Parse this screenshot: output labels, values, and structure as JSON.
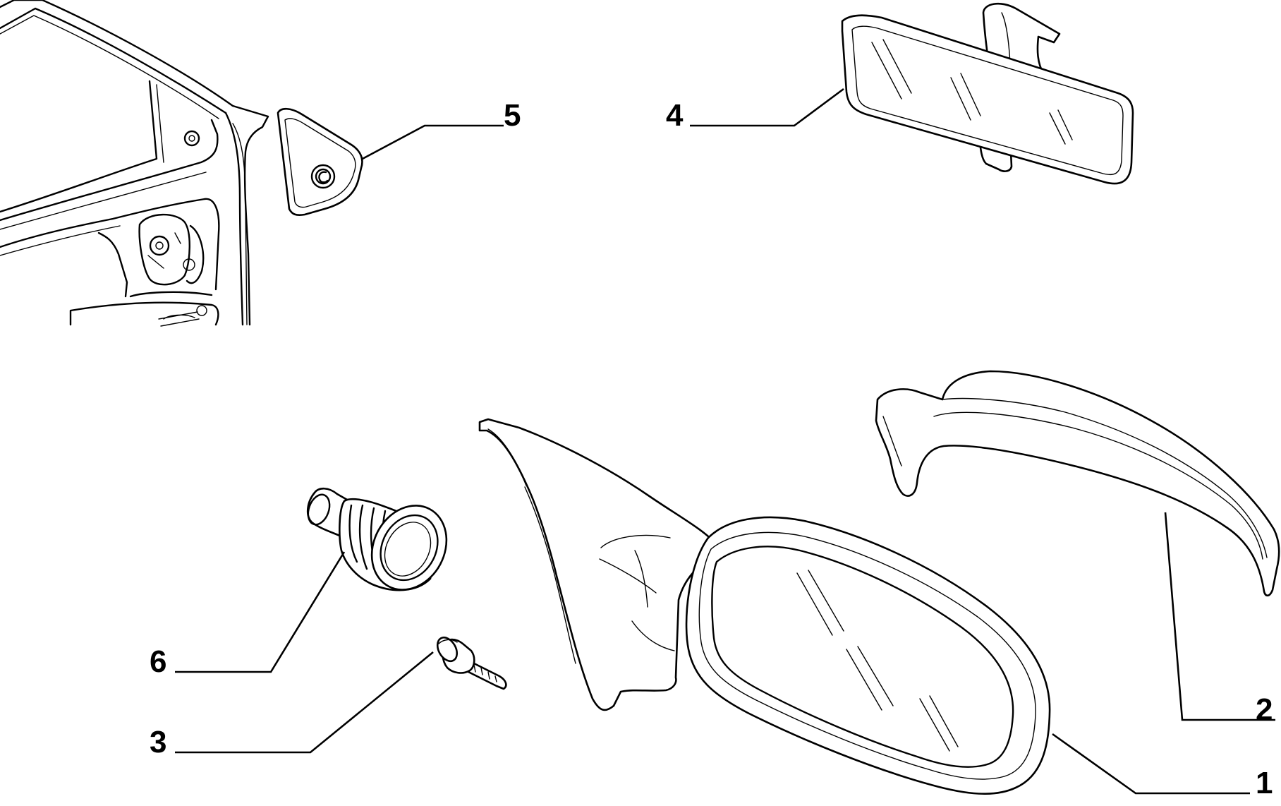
{
  "colors": {
    "line": "#000000",
    "background": "#ffffff"
  },
  "callouts": {
    "c1": "1",
    "c2": "2",
    "c3": "3",
    "c4": "4",
    "c5": "5",
    "c6": "6"
  },
  "parts": [
    {
      "number": "1",
      "name": "exterior-door-mirror"
    },
    {
      "number": "2",
      "name": "mirror-cover-cap"
    },
    {
      "number": "3",
      "name": "mounting-screw"
    },
    {
      "number": "4",
      "name": "interior-rear-view-mirror"
    },
    {
      "number": "5",
      "name": "mirror-mounting-trim-plate"
    },
    {
      "number": "6",
      "name": "cable-grommet"
    }
  ]
}
